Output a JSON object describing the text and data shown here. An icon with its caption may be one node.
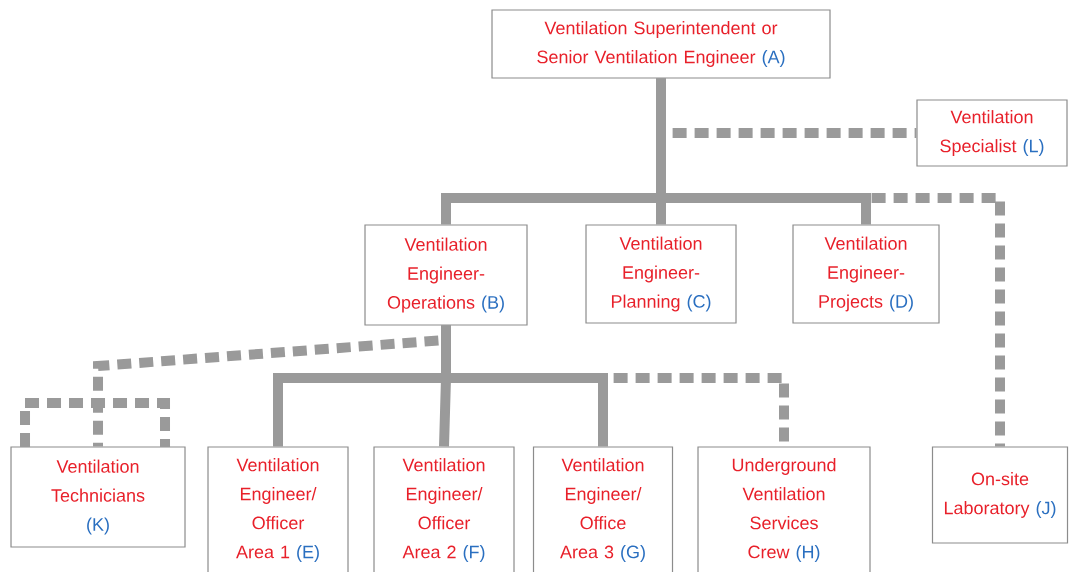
{
  "diagram": {
    "nodes": [
      {
        "text": [
          "Ventilation Superintendent or Senior Ventilation Engineer",
          "(A)"
        ]
      },
      {
        "text": [
          "Ventilation Specialist",
          "(L)"
        ]
      },
      {
        "text": [
          "Ventilation Engineer- Operations",
          "(B)"
        ]
      },
      {
        "text": [
          "Ventilation Engineer- Planning",
          "(C)"
        ]
      },
      {
        "text": [
          "Ventilation Engineer- Projects",
          "(D)"
        ]
      },
      {
        "text": [
          "Ventilation Technicians",
          "(K)"
        ]
      },
      {
        "text": [
          "Ventilation Engineer/ Officer Area 1",
          "(E)"
        ]
      },
      {
        "text": [
          "Ventilation Engineer/ Officer Area 2",
          "(F)"
        ]
      },
      {
        "text": [
          "Ventilation Engineer/ Office Area 3",
          "(G)"
        ]
      },
      {
        "text": [
          "Underground Ventilation Services Crew",
          "(H)"
        ]
      },
      {
        "text": [
          "On-site Laboratory",
          "(J)"
        ]
      }
    ],
    "edges": [
      {
        "from": 0,
        "to": 1,
        "arrow": "none",
        "style": "dashed"
      },
      {
        "from": 0,
        "to": 2,
        "arrow": "none"
      },
      {
        "from": 0,
        "to": 3,
        "arrow": "none"
      },
      {
        "from": 0,
        "to": 4,
        "arrow": "none"
      },
      {
        "from": 0,
        "to": 10,
        "arrow": "none",
        "style": "dashed"
      },
      {
        "from": 2,
        "to": 5,
        "arrow": "none",
        "style": "dashed"
      },
      {
        "from": 2,
        "to": 6,
        "arrow": "none"
      },
      {
        "from": 2,
        "to": 7,
        "arrow": "none"
      },
      {
        "from": 2,
        "to": 8,
        "arrow": "none"
      },
      {
        "from": 2,
        "to": 9,
        "arrow": "none",
        "style": "dashed"
      }
    ]
  }
}
